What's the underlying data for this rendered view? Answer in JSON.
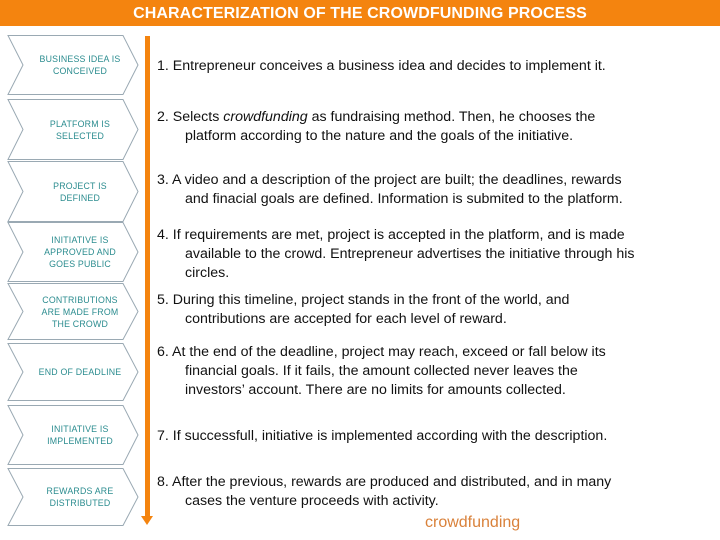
{
  "header": {
    "title": "CHARACTERIZATION OF THE CROWDFUNDING PROCESS",
    "background_color": "#F4840F",
    "text_color": "#FFFFFF"
  },
  "stages": [
    {
      "label_line1": "BUSINESS IDEA IS",
      "label_line2": "CONCEIVED",
      "label_line3": ""
    },
    {
      "label_line1": "PLATFORM IS",
      "label_line2": "SELECTED",
      "label_line3": ""
    },
    {
      "label_line1": "PROJECT IS",
      "label_line2": "DEFINED",
      "label_line3": ""
    },
    {
      "label_line1": "INITIATIVE IS",
      "label_line2": "APPROVED AND",
      "label_line3": "GOES PUBLIC"
    },
    {
      "label_line1": "CONTRIBUTIONS",
      "label_line2": "ARE MADE FROM",
      "label_line3": "THE CROWD"
    },
    {
      "label_line1": "END OF DEADLINE",
      "label_line2": "",
      "label_line3": ""
    },
    {
      "label_line1": "INITIATIVE IS",
      "label_line2": "IMPLEMENTED",
      "label_line3": ""
    },
    {
      "label_line1": "REWARDS ARE",
      "label_line2": "DISTRIBUTED",
      "label_line3": ""
    }
  ],
  "steps": [
    {
      "first": "1. Entrepreneur conceives a business idea  and decides to implement it.",
      "rest": []
    },
    {
      "first_pre": "2. Selects ",
      "first_em": "crowdfunding",
      "first_post": " as fundraising method. Then, he chooses the",
      "rest": [
        "platform according to the nature and the goals of the initiative."
      ]
    },
    {
      "first": "3. A video and a description of the project are built; the deadlines, rewards",
      "rest": [
        "and finacial goals are defined. Information is submited to the platform."
      ]
    },
    {
      "first": "4. If requirements are met, project is accepted in the platform, and is made",
      "rest": [
        "available to the crowd. Entrepreneur advertises the initiative through his",
        "circles."
      ]
    },
    {
      "first": "5. During this timeline, project stands in the front of the world, and",
      "rest": [
        "contributions are accepted for each level of reward."
      ]
    },
    {
      "first": "6. At the end of the deadline, project may reach, exceed or fall below its",
      "rest": [
        "financial goals. If it fails, the amount collected never leaves the",
        "investors’ account. There are no limits for amounts collected."
      ]
    },
    {
      "first": "7. If  successfull, initiative is implemented according with the description.",
      "rest": []
    },
    {
      "first": "8. After the previous, rewards are produced and distributed, and in many",
      "rest": [
        "cases the venture proceeds with activity."
      ]
    }
  ],
  "timeline_arrow": {
    "icon": "down-arrow-icon",
    "color": "#F4840F"
  },
  "chevron_style": {
    "icon": "chevron-shape",
    "outline_color": "#9AA9B3",
    "text_color": "#2B8C8F"
  },
  "watermark": {
    "text": "crowdfunding",
    "color": "#D9813A"
  }
}
